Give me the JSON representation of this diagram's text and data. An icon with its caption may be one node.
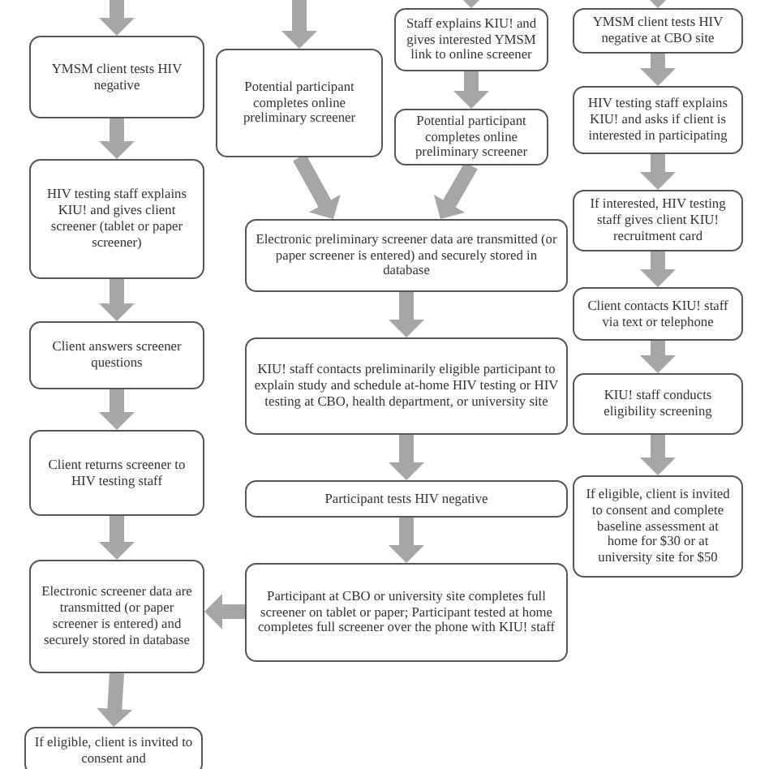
{
  "diagram": {
    "nodes": [
      {
        "text": [
          "YMSM client tests HIV negative"
        ]
      },
      {
        "text": [
          "HIV testing staff explains KIU! and gives client screener (tablet or paper screener)"
        ]
      },
      {
        "text": [
          "Client answers screener questions"
        ]
      },
      {
        "text": [
          "Client returns screener to HIV testing staff"
        ]
      },
      {
        "text": [
          "Electronic screener data are transmitted (or paper screener is entered) and securely stored in database"
        ]
      },
      {
        "text": [
          "If eligible, client is invited to consent and"
        ]
      },
      {
        "text": [
          "Potential participant completes online preliminary screener"
        ]
      },
      {
        "text": [
          "Staff explains KIU! and gives interested YMSM link to online screener"
        ]
      },
      {
        "text": [
          "Potential participant completes online preliminary screener"
        ]
      },
      {
        "text": [
          "Electronic preliminary screener data are transmitted (or paper screener is entered) and securely stored in database"
        ]
      },
      {
        "text": [
          "KIU! staff contacts preliminarily eligible participant to explain study and schedule at-home HIV testing or HIV testing at CBO, health department, or university site"
        ]
      },
      {
        "text": [
          "Participant tests HIV negative"
        ]
      },
      {
        "text": [
          "Participant at CBO or university site completes full screener on tablet or paper; Participant tested at home completes full screener over the phone with KIU! staff"
        ]
      },
      {
        "text": [
          "YMSM client tests HIV negative at CBO site"
        ]
      },
      {
        "text": [
          "HIV testing staff explains KIU! and asks if client is interested in participating"
        ]
      },
      {
        "text": [
          "If interested, HIV testing staff gives client KIU! recruitment card"
        ]
      },
      {
        "text": [
          "Client contacts KIU! staff via text or telephone"
        ]
      },
      {
        "text": [
          "KIU! staff conducts eligibility screening"
        ]
      },
      {
        "text": [
          "If eligible, client is invited to consent and complete baseline assessment at home for $30 or at university site for $50"
        ]
      }
    ],
    "edges": [
      {
        "from": null,
        "to": 0,
        "arrow": "to"
      },
      {
        "from": 0,
        "to": 1,
        "arrow": "to"
      },
      {
        "from": 1,
        "to": 2,
        "arrow": "to"
      },
      {
        "from": 2,
        "to": 3,
        "arrow": "to"
      },
      {
        "from": 3,
        "to": 4,
        "arrow": "to"
      },
      {
        "from": 4,
        "to": 5,
        "arrow": "to"
      },
      {
        "from": null,
        "to": 6,
        "arrow": "to"
      },
      {
        "from": null,
        "to": 7,
        "arrow": "to"
      },
      {
        "from": 7,
        "to": 8,
        "arrow": "to"
      },
      {
        "from": 6,
        "to": 9,
        "arrow": "to"
      },
      {
        "from": 8,
        "to": 9,
        "arrow": "to"
      },
      {
        "from": 9,
        "to": 10,
        "arrow": "to"
      },
      {
        "from": 10,
        "to": 11,
        "arrow": "to"
      },
      {
        "from": 11,
        "to": 12,
        "arrow": "to"
      },
      {
        "from": 12,
        "to": 4,
        "arrow": "to"
      },
      {
        "from": null,
        "to": 13,
        "arrow": "to"
      },
      {
        "from": 13,
        "to": 14,
        "arrow": "to"
      },
      {
        "from": 14,
        "to": 15,
        "arrow": "to"
      },
      {
        "from": 15,
        "to": 16,
        "arrow": "to"
      },
      {
        "from": 16,
        "to": 17,
        "arrow": "to"
      },
      {
        "from": 17,
        "to": 18,
        "arrow": "to"
      }
    ]
  }
}
